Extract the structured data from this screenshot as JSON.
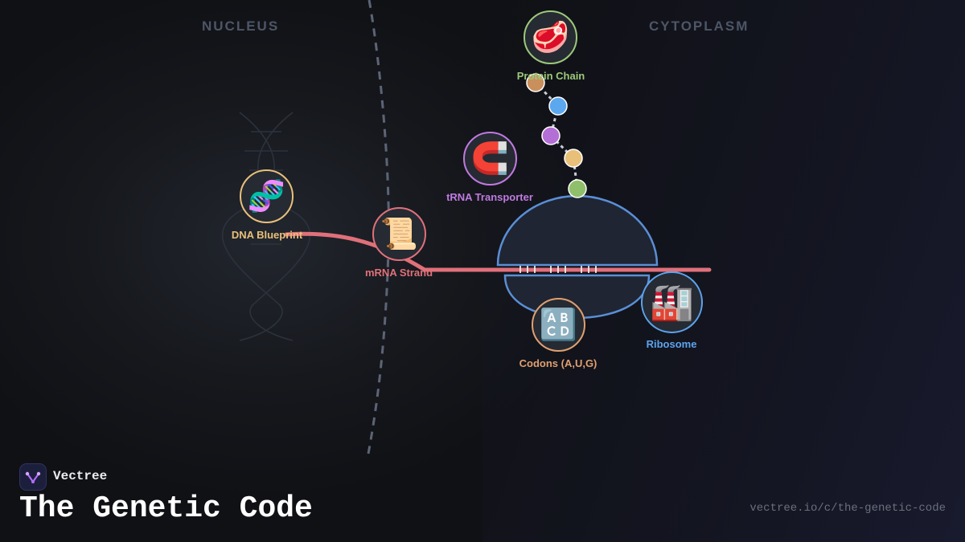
{
  "regions": {
    "nucleus": "NUCLEUS",
    "cytoplasm": "CYTOPLASM"
  },
  "nodes": {
    "dna": {
      "label": "DNA Blueprint",
      "icon": "dna-icon",
      "glyph": "🧬",
      "color": "#e8c07a"
    },
    "mrna": {
      "label": "mRNA Strand",
      "icon": "scroll-icon",
      "glyph": "📜",
      "color": "#e0707a"
    },
    "trna": {
      "label": "tRNA Transporter",
      "icon": "magnet-icon",
      "glyph": "🧲",
      "color": "#c07ae0"
    },
    "protein": {
      "label": "Protein Chain",
      "icon": "meat-icon",
      "glyph": "🥩",
      "color": "#9cc97a"
    },
    "codons": {
      "label": "Codons (A,U,G)",
      "icon": "abcd-icon",
      "glyph": "🔠",
      "color": "#e0a070"
    },
    "ribosome": {
      "label": "Ribosome",
      "icon": "factory-icon",
      "glyph": "🏭",
      "color": "#5ca4ef"
    }
  },
  "amino_acid_colors": [
    "#c98f5c",
    "#5ca8ef",
    "#b46fd6",
    "#e8c07a",
    "#8fbf6a"
  ],
  "brand": {
    "name": "Vectree",
    "icon": "vectree-logo-icon"
  },
  "title": "The Genetic Code",
  "url": "vectree.io/c/the-genetic-code"
}
